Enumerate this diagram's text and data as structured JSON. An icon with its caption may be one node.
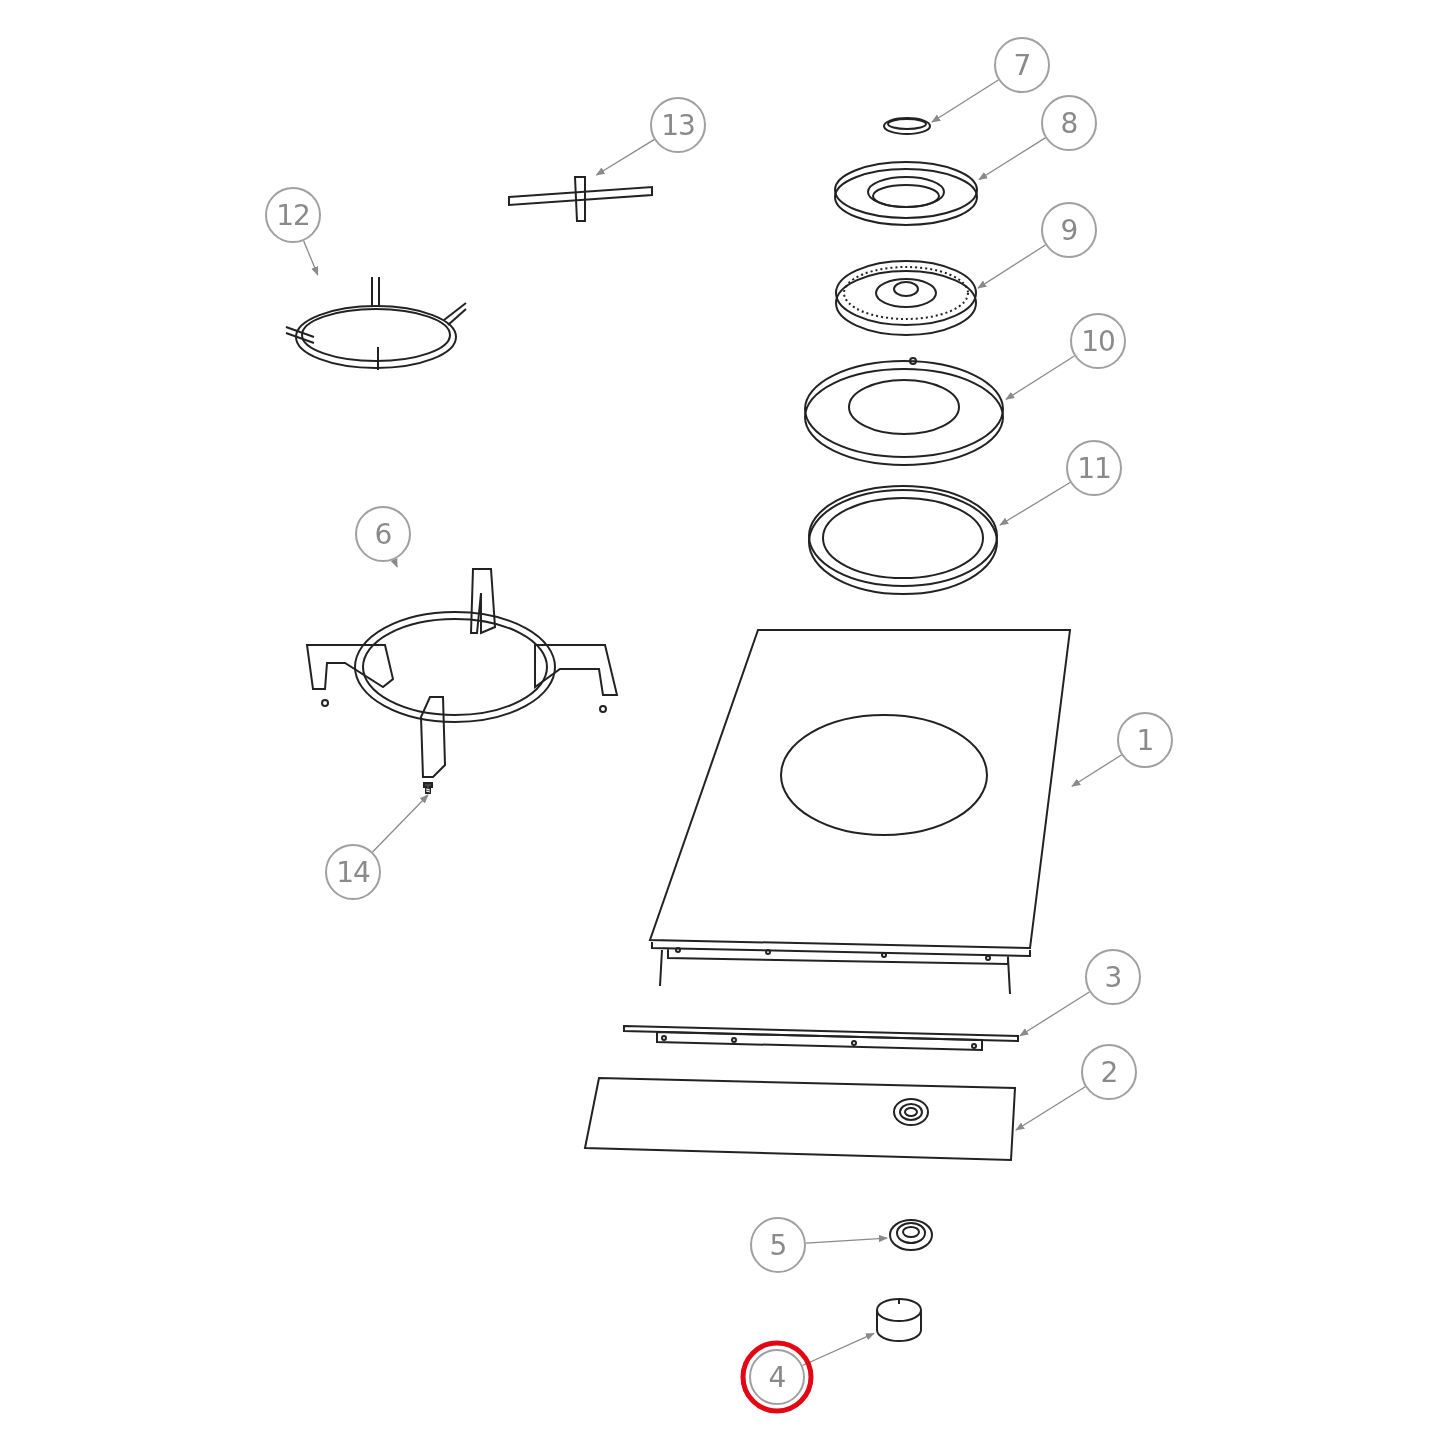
{
  "diagram": {
    "nodes": [
      {
        "text": [
          "7"
        ]
      },
      {
        "text": [],
        "shape": "picture"
      },
      {
        "text": [
          "13"
        ]
      },
      {
        "text": [],
        "shape": "picture"
      },
      {
        "text": [
          "8"
        ]
      },
      {
        "text": [],
        "shape": "picture"
      },
      {
        "text": [
          "12"
        ]
      },
      {
        "text": [],
        "shape": "picture"
      },
      {
        "text": [
          "9"
        ]
      },
      {
        "text": [],
        "shape": "picture"
      },
      {
        "text": [
          "10"
        ]
      },
      {
        "text": [],
        "shape": "picture"
      },
      {
        "text": [
          "11"
        ]
      },
      {
        "text": [],
        "shape": "picture"
      },
      {
        "text": [
          "6"
        ]
      },
      {
        "text": [],
        "shape": "picture"
      },
      {
        "text": [
          "1"
        ]
      },
      {
        "text": [],
        "shape": "picture"
      },
      {
        "text": [
          "14"
        ]
      },
      {
        "text": [],
        "shape": "picture"
      },
      {
        "text": [
          "3"
        ]
      },
      {
        "text": [],
        "shape": "picture"
      },
      {
        "text": [
          "2"
        ]
      },
      {
        "text": [],
        "shape": "picture"
      },
      {
        "text": [
          "5"
        ]
      },
      {
        "text": [],
        "shape": "picture"
      },
      {
        "text": [
          "4"
        ]
      },
      {
        "text": [],
        "shape": "picture"
      }
    ],
    "edges": [
      {
        "from": 0,
        "to": 1,
        "arrow": "to"
      },
      {
        "from": 2,
        "to": 3,
        "arrow": "to"
      },
      {
        "from": 4,
        "to": 5,
        "arrow": "to"
      },
      {
        "from": 6,
        "to": 7,
        "arrow": "to"
      },
      {
        "from": 8,
        "to": 9,
        "arrow": "to"
      },
      {
        "from": 10,
        "to": 11,
        "arrow": "to"
      },
      {
        "from": 12,
        "to": 13,
        "arrow": "to"
      },
      {
        "from": 14,
        "to": 15,
        "arrow": "to"
      },
      {
        "from": 16,
        "to": 17,
        "arrow": "to"
      },
      {
        "from": 18,
        "to": 19,
        "arrow": "to"
      },
      {
        "from": 20,
        "to": 21,
        "arrow": "to"
      },
      {
        "from": 22,
        "to": 23,
        "arrow": "to"
      },
      {
        "from": 24,
        "to": 25,
        "arrow": "to"
      },
      {
        "from": 26,
        "to": 27,
        "arrow": "to"
      }
    ]
  }
}
